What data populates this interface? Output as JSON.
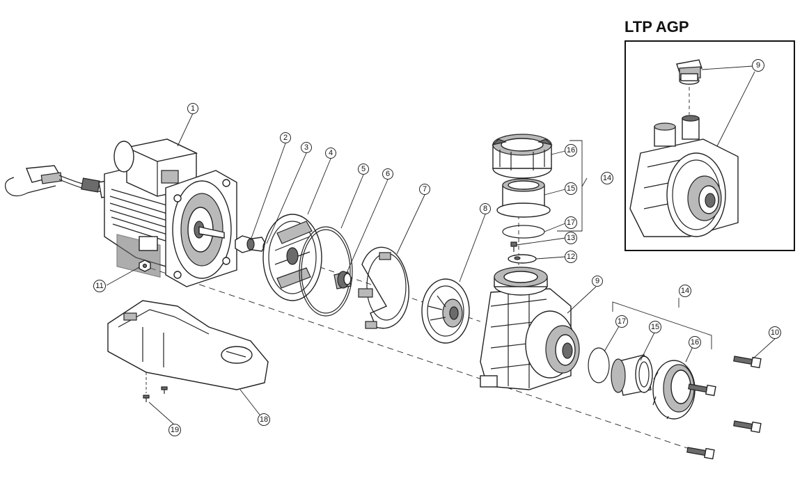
{
  "inset": {
    "title": "LTP AGP"
  },
  "callouts": [
    {
      "id": "c1",
      "label": "1"
    },
    {
      "id": "c2",
      "label": "2"
    },
    {
      "id": "c3",
      "label": "3"
    },
    {
      "id": "c4",
      "label": "4"
    },
    {
      "id": "c5",
      "label": "5"
    },
    {
      "id": "c6",
      "label": "6"
    },
    {
      "id": "c7",
      "label": "7"
    },
    {
      "id": "c8",
      "label": "8"
    },
    {
      "id": "c9",
      "label": "9"
    },
    {
      "id": "c10",
      "label": "10"
    },
    {
      "id": "c11",
      "label": "11"
    },
    {
      "id": "c12",
      "label": "12"
    },
    {
      "id": "c13",
      "label": "13"
    },
    {
      "id": "c14a",
      "label": "14"
    },
    {
      "id": "c14b",
      "label": "14"
    },
    {
      "id": "c15a",
      "label": "15"
    },
    {
      "id": "c15b",
      "label": "15"
    },
    {
      "id": "c16a",
      "label": "16"
    },
    {
      "id": "c16b",
      "label": "16"
    },
    {
      "id": "c17a",
      "label": "17"
    },
    {
      "id": "c17b",
      "label": "17"
    },
    {
      "id": "c18",
      "label": "18"
    },
    {
      "id": "c19",
      "label": "19"
    },
    {
      "id": "c9i",
      "label": "9"
    }
  ]
}
